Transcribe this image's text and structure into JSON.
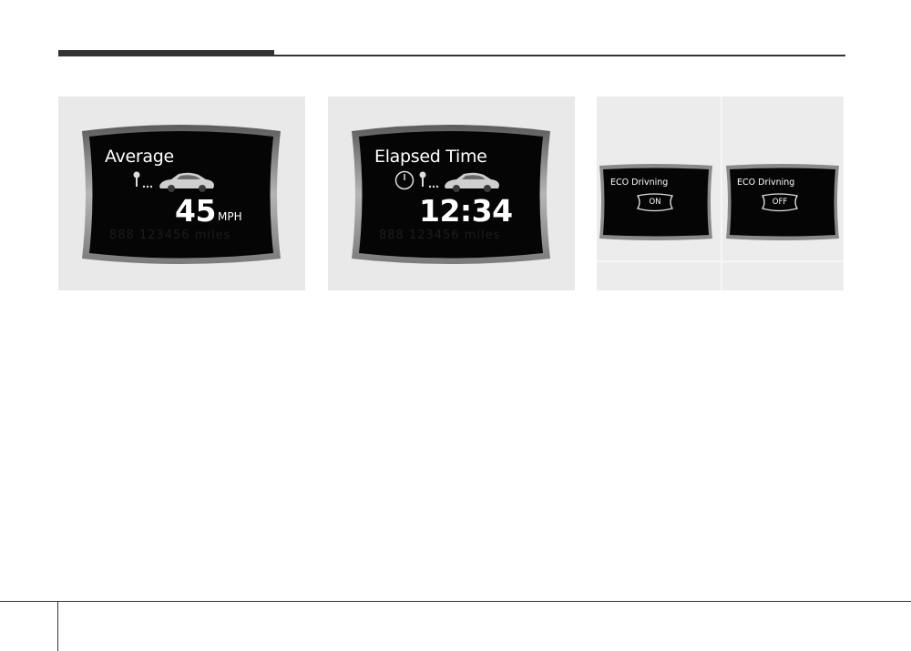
{
  "panels": {
    "average": {
      "title": "Average",
      "value": "45",
      "unit": "MPH",
      "ghost_text": "888   123456 miles"
    },
    "elapsed": {
      "title": "Elapsed Time",
      "value": "12:34",
      "ghost_text": "888   123456 miles"
    },
    "eco": [
      {
        "label": "ECO Drivning",
        "state": "ON"
      },
      {
        "label": "ECO Drivning",
        "state": "OFF"
      }
    ]
  },
  "icons": [
    "pin-icon",
    "car-icon",
    "clock-icon"
  ],
  "colors": {
    "screen": "#050505",
    "bezel": "#8a8a8a",
    "panel_bg": "#e9e9e9",
    "rule": "#333333"
  }
}
